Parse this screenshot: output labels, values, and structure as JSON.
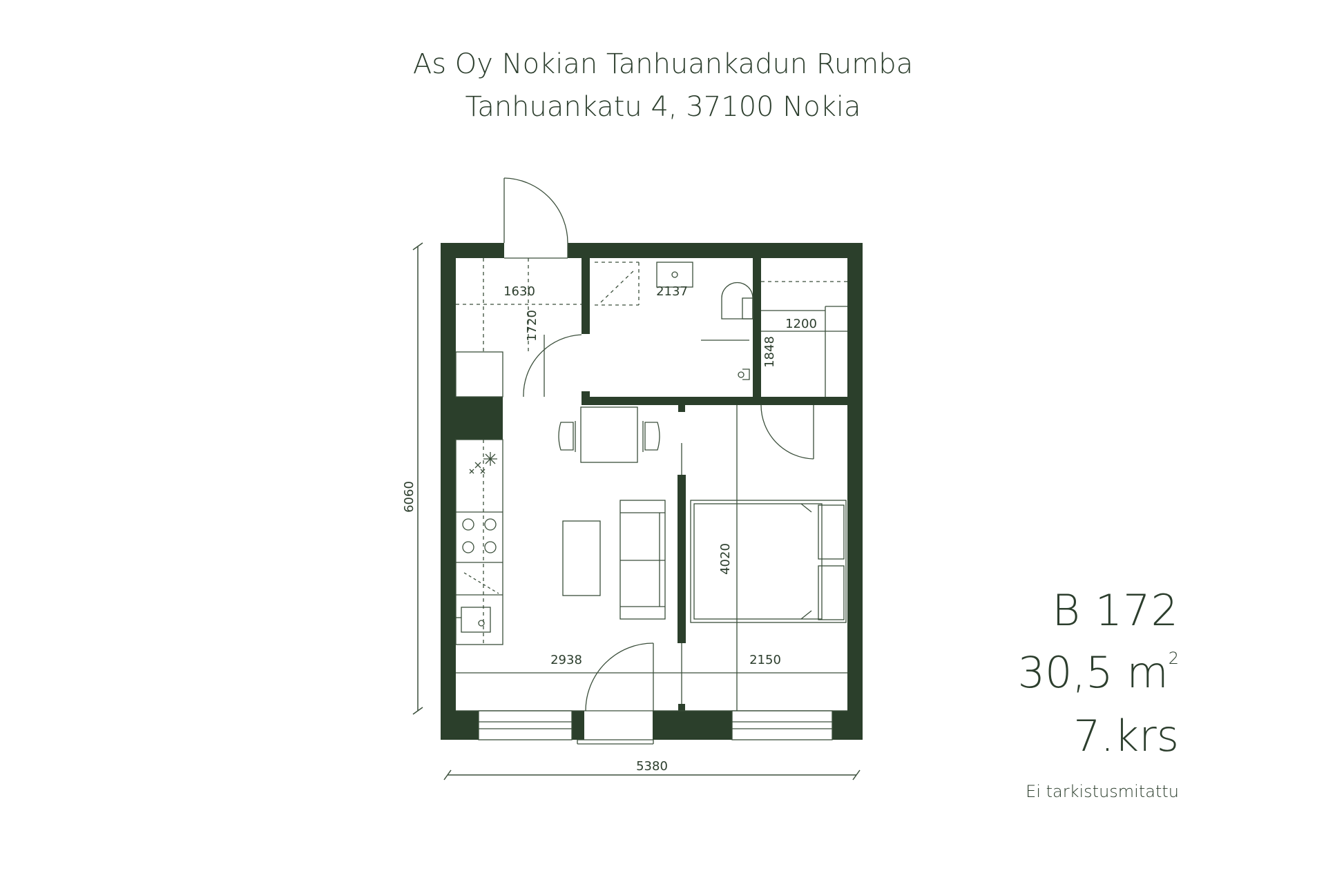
{
  "header": {
    "title": "As Oy Nokian Tanhuankadun Rumba",
    "address": "Tanhuankatu 4, 37100 Nokia"
  },
  "apartment": {
    "unit": "B 172",
    "area_value": "30,5 m",
    "area_sup": "2",
    "floor": "7.krs",
    "note": "Ei tarkistusmitattu"
  },
  "dimensions": {
    "overall_height": "6060",
    "overall_width": "5380",
    "entry_width": "1630",
    "entry_depth": "1720",
    "bath_width": "2137",
    "storage_width": "1200",
    "storage_depth": "1848",
    "bedroom_depth": "4020",
    "living_width": "2938",
    "bedroom_width": "2150"
  },
  "colors": {
    "wall": "#2b3f2b",
    "line": "#3a4e3a",
    "text": "#2c3e2d"
  }
}
